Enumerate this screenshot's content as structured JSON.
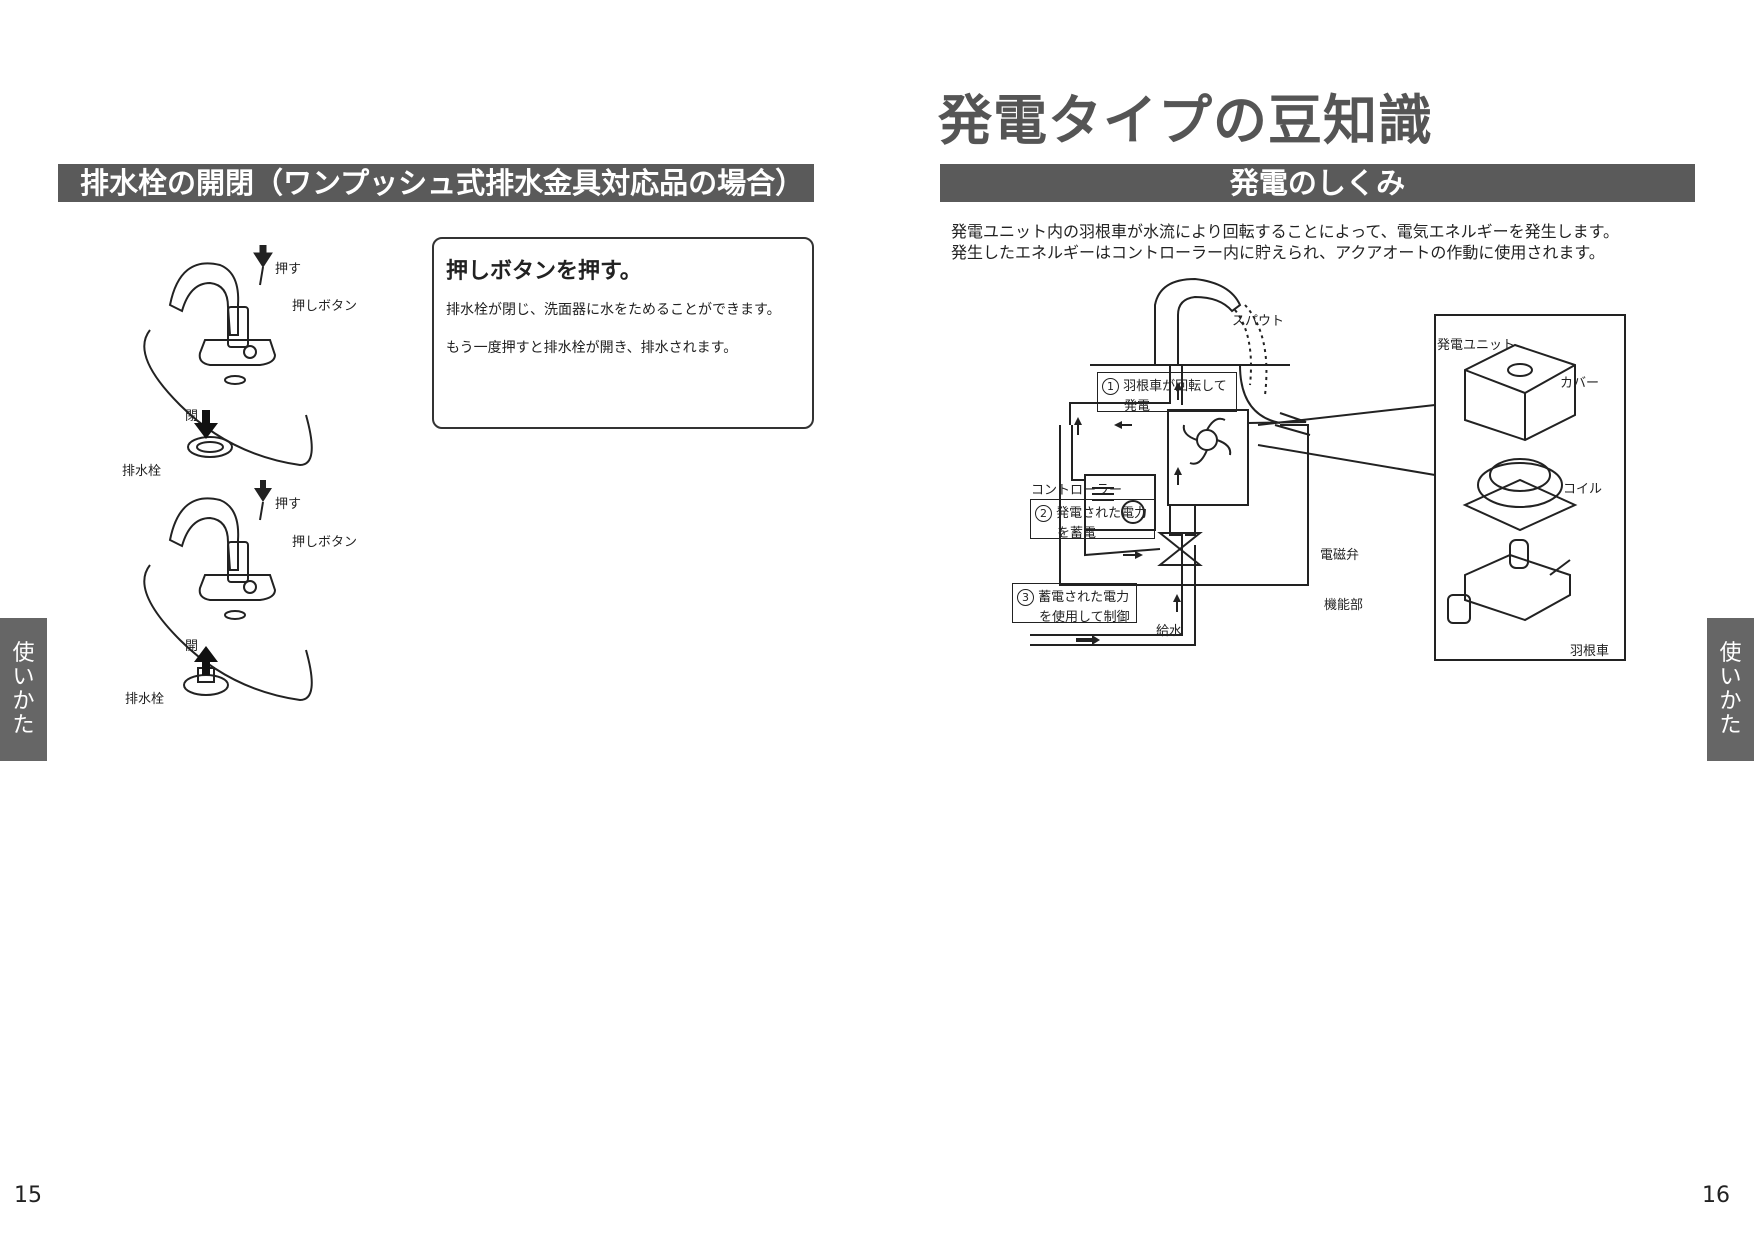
{
  "left": {
    "section_title": "排水栓の開閉（ワンプッシュ式排水金具対応品の場合）",
    "figure_labels": {
      "push": "押す",
      "push_button": "押しボタン",
      "close": "閉",
      "open": "開",
      "drain_plug": "排水栓"
    },
    "instruction": {
      "title": "押しボタンを押す。",
      "lines": [
        "排水栓が閉じ、洗面器に水をためることができます。",
        "もう一度押すと排水栓が開き、排水されます。"
      ]
    },
    "side_tab": [
      "使",
      "い",
      "か",
      "た"
    ],
    "page_number": "15"
  },
  "right": {
    "page_title": "発電タイプの豆知識",
    "section_title": "発電のしくみ",
    "intro": [
      "発電ユニット内の羽根車が水流により回転することによって、電気エネルギーを発生します。",
      "発生したエネルギーはコントローラー内に貯えられ、アクアオートの作動に使用されます。"
    ],
    "diagram_labels": {
      "spout": "スパウト",
      "generator_unit": "発電ユニット",
      "cover": "カバー",
      "coil": "コイル",
      "impeller": "羽根車",
      "controller": "コントローラー",
      "solenoid_valve": "電磁弁",
      "function_unit": "機能部",
      "water_supply": "給水",
      "step1_num": "1",
      "step1_a": "羽根車が回転して",
      "step1_b": "発電",
      "step2_num": "2",
      "step2_a": "発電された電力",
      "step2_b": "を蓄電",
      "step3_num": "3",
      "step3_a": "蓄電された電力",
      "step3_b": "を使用して制御"
    },
    "side_tab": [
      "使",
      "い",
      "か",
      "た"
    ],
    "page_number": "16"
  }
}
